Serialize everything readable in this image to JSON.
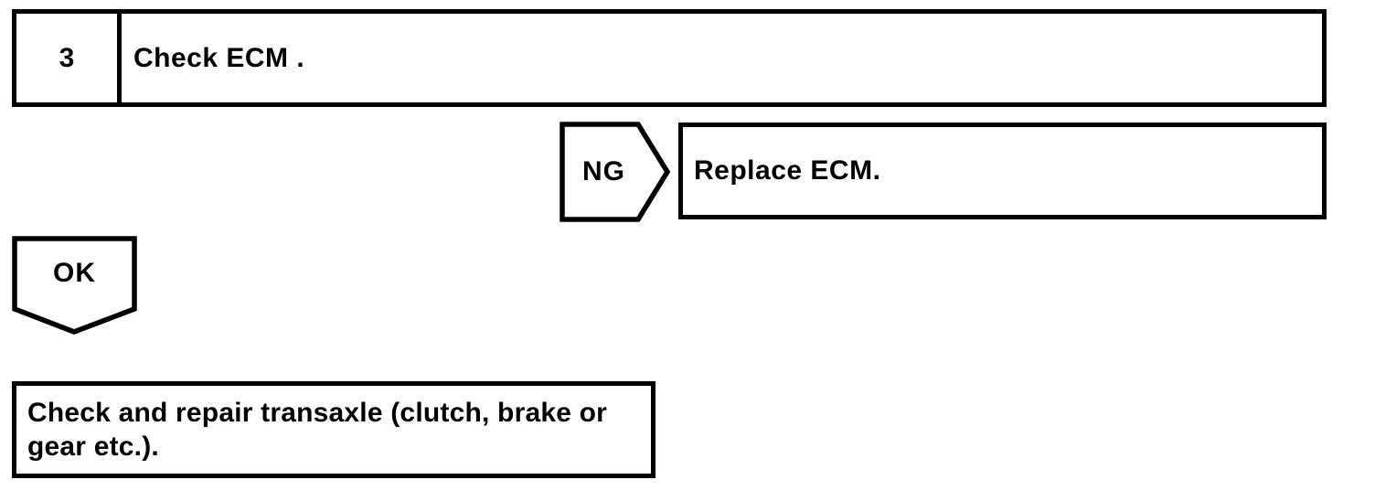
{
  "colors": {
    "ink": "#000000",
    "paper": "#ffffff"
  },
  "flowchart": {
    "step": {
      "number": "3",
      "title": "Check ECM ."
    },
    "ng": {
      "label": "NG"
    },
    "ng_action": {
      "label": "Replace ECM."
    },
    "ok": {
      "label": "OK"
    },
    "ok_action": {
      "label": "Check and repair transaxle (clutch, brake or gear etc.)."
    }
  }
}
